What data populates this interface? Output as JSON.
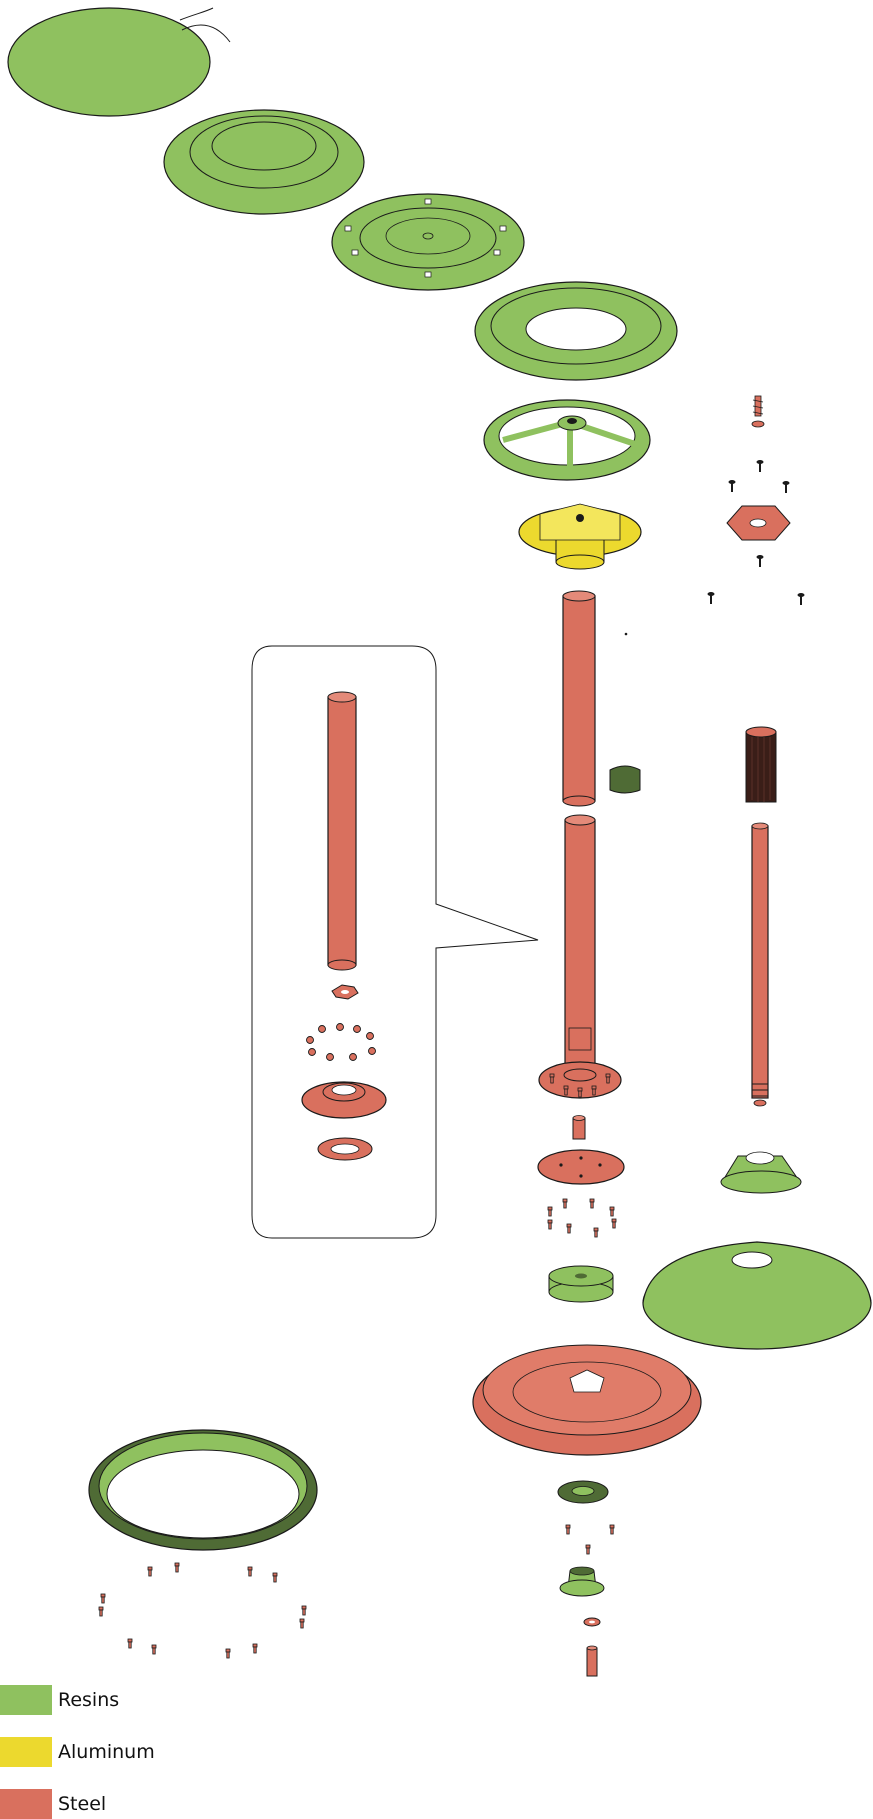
{
  "colors": {
    "resin": "#8fc15f",
    "aluminum": "#ecd92e",
    "steel": "#d9705e",
    "outline": "#1a1a1a",
    "dark_resin": "#4f6b35"
  },
  "legend": [
    {
      "label": "Resins",
      "color": "#8fc15f"
    },
    {
      "label": "Aluminum",
      "color": "#ecd92e"
    },
    {
      "label": "Steel",
      "color": "#d9705e"
    }
  ]
}
